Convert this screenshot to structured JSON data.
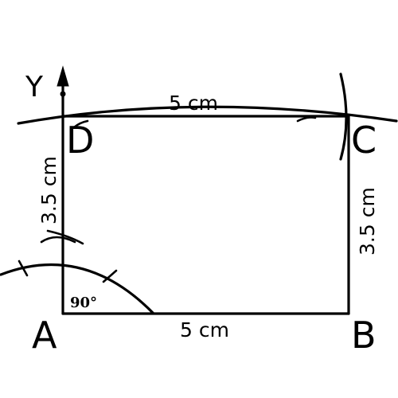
{
  "diagram": {
    "vertices": {
      "a": "A",
      "b": "B",
      "c": "C",
      "d": "D"
    },
    "axis_label": "Y",
    "sides": {
      "top": "5 cm",
      "bottom": "5 cm",
      "left": "3.5 cm",
      "right": "3.5 cm"
    },
    "angle_label": "90°"
  }
}
